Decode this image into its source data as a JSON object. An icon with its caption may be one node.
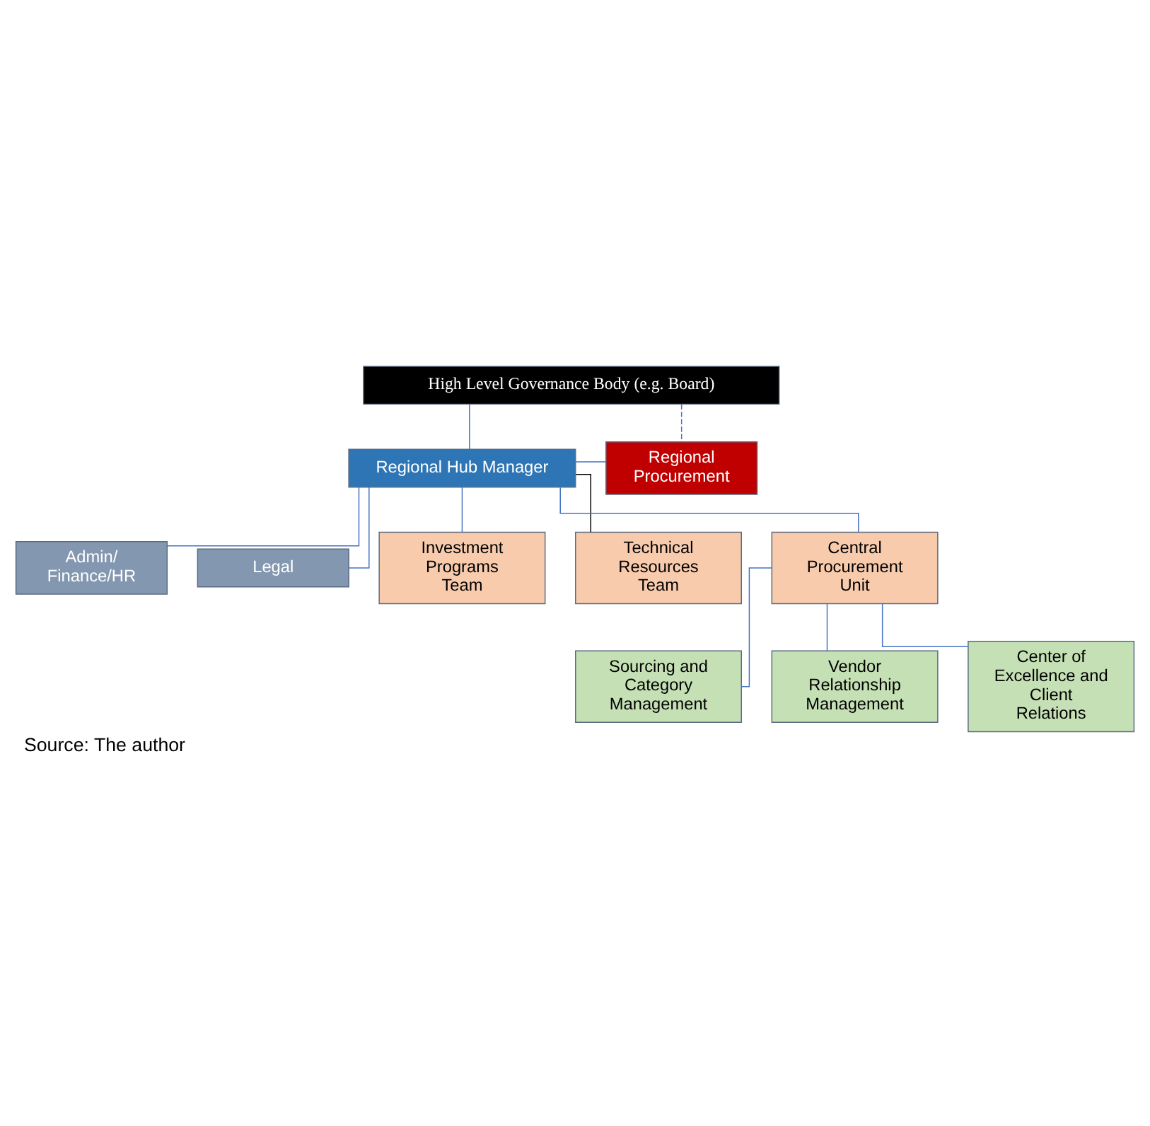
{
  "diagram": {
    "caption": "Source: The author",
    "nodes": [
      {
        "text": [
          "High Level Governance Body (e.g. Board)"
        ]
      },
      {
        "text": [
          "Regional Hub Manager"
        ]
      },
      {
        "text": [
          "Regional Procurement"
        ]
      },
      {
        "text": [
          "Admin/ Finance/HR"
        ]
      },
      {
        "text": [
          "Legal"
        ]
      },
      {
        "text": [
          "Investment Programs Team"
        ]
      },
      {
        "text": [
          "Technical Resources Team"
        ]
      },
      {
        "text": [
          "Central Procurement Unit"
        ]
      },
      {
        "text": [
          "Sourcing and Category Management"
        ]
      },
      {
        "text": [
          "Vendor Relationship Management"
        ]
      },
      {
        "text": [
          "Center of Excellence and Client Relations"
        ]
      }
    ],
    "edges": [
      {
        "from": 0,
        "to": 1,
        "arrow": "none"
      },
      {
        "from": 0,
        "to": 2,
        "arrow": "none",
        "style": "dashed"
      },
      {
        "from": 1,
        "to": 2,
        "arrow": "none"
      },
      {
        "from": 1,
        "to": 3,
        "arrow": "none"
      },
      {
        "from": 1,
        "to": 4,
        "arrow": "none"
      },
      {
        "from": 1,
        "to": 5,
        "arrow": "none"
      },
      {
        "from": 1,
        "to": 6,
        "arrow": "none",
        "color": "#000000"
      },
      {
        "from": 1,
        "to": 7,
        "arrow": "none"
      },
      {
        "from": 7,
        "to": 8,
        "arrow": "none"
      },
      {
        "from": 7,
        "to": 9,
        "arrow": "none"
      },
      {
        "from": 7,
        "to": 10,
        "arrow": "none"
      }
    ]
  }
}
